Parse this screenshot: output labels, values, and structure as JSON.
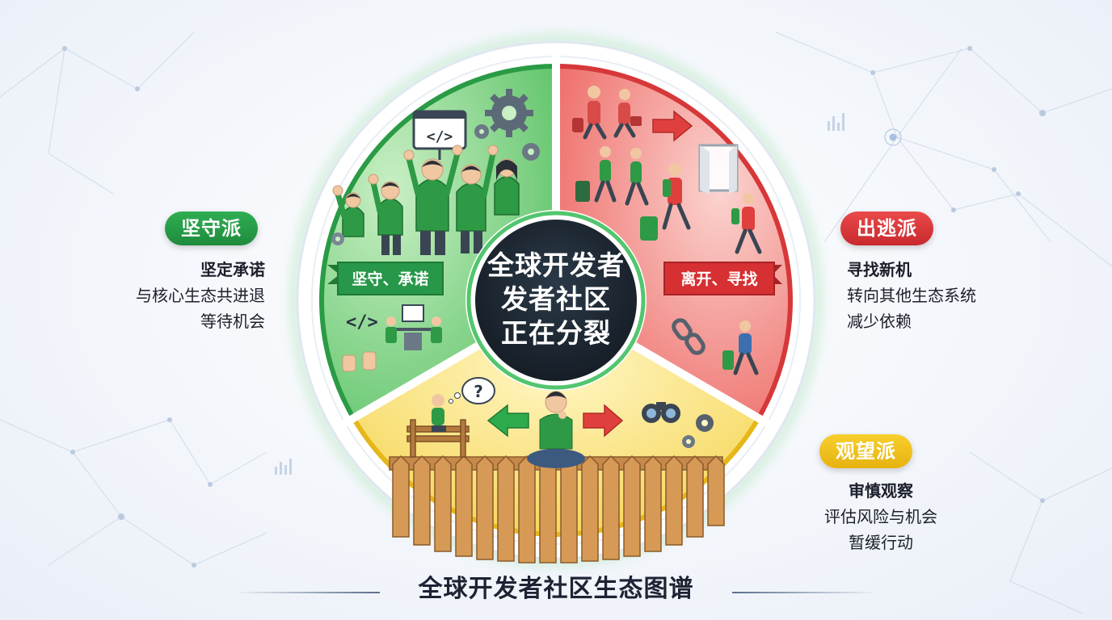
{
  "center": {
    "lines": [
      "全球开发者",
      "发者社区",
      "正在分裂"
    ]
  },
  "segments": {
    "green": {
      "ribbon": "坚守、承诺",
      "code_tag": "</>"
    },
    "red": {
      "ribbon": "离开、寻找"
    },
    "yellow": {
      "question_mark": "?"
    }
  },
  "groups": {
    "steadfast": {
      "badge": "坚守派",
      "heading": "坚定承诺",
      "lines": [
        "与核心生态共进退",
        "等待机会"
      ],
      "color": "#1e8b3d"
    },
    "escape": {
      "badge": "出逃派",
      "heading": "寻找新机",
      "lines": [
        "转向其他生态系统",
        "减少依赖"
      ],
      "color": "#c8292d"
    },
    "watch": {
      "badge": "观望派",
      "heading": "审慎观察",
      "lines": [
        "评估风险与机会",
        "暂缓行动"
      ],
      "color": "#e7b20f"
    }
  },
  "footer": {
    "title": "全球开发者社区生态图谱"
  }
}
